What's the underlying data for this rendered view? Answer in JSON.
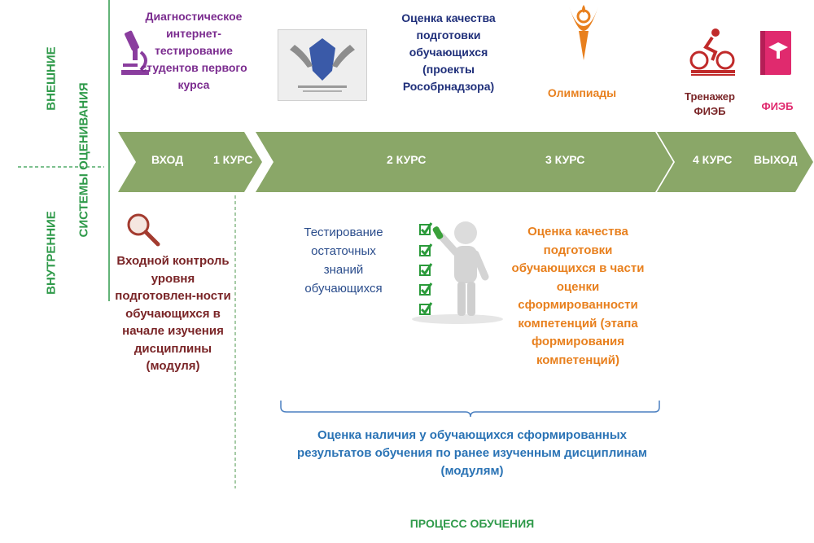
{
  "side_labels": {
    "external": "ВНЕШНИЕ",
    "internal": "ВНУТРЕННИЕ",
    "systems": "СИСТЕМЫ ОЦЕНИВАНИЯ"
  },
  "top_items": {
    "diagnostic": "Диагностическое интернет-тестирование студентов первого курса",
    "quality_rosobr": "Оценка качества подготовки обучающихся (проекты Рособрнадзора)",
    "olympiads": "Олимпиады",
    "trainer": "Тренажер ФИЭБ",
    "fieb": "ФИЭБ"
  },
  "timeline": {
    "entry": "ВХОД",
    "course1": "1 КУРС",
    "course2": "2 КУРС",
    "course3": "3 КУРС",
    "course4": "4 КУРС",
    "exit": "ВЫХОД"
  },
  "bottom_items": {
    "entry_control": "Входной контроль уровня подготовлен-ности обучающихся в начале изучения дисциплины (модуля)",
    "residual": "Тестирование остаточных знаний обучающихся",
    "competencies": "Оценка качества подготовки обучающихся в части оценки сформированности компетенций (этапа формирования компетенций)",
    "results": "Оценка наличия у обучающихся сформированных результатов обучения по ранее изученным дисциплинам (модулям)"
  },
  "footer": "ПРОЦЕСС ОБУЧЕНИЯ",
  "colors": {
    "arrow": "#8aa768",
    "green_text": "#2f9a4a",
    "purple": "#7b2c8f",
    "navy": "#1f2f7a",
    "orange": "#e8801e",
    "maroon": "#7a2527",
    "blue": "#2a73b5",
    "pink": "#e02a6e"
  }
}
